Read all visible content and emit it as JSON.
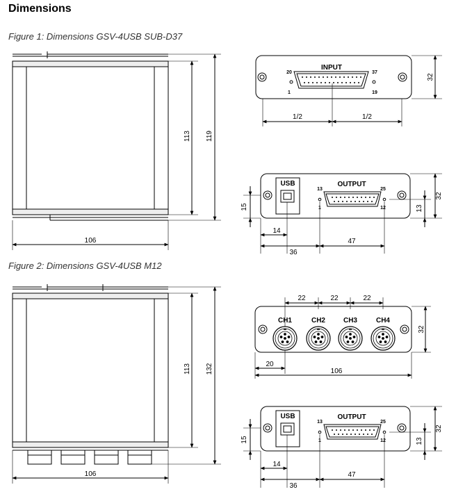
{
  "heading": "Dimensions",
  "figure1": {
    "caption": "Figure 1: Dimensions GSV-4USB SUB-D37",
    "front": {
      "width": "106",
      "height": "113",
      "height_total": "119"
    },
    "input_panel": {
      "label": "INPUT",
      "pins": {
        "top_left": "20",
        "top_right": "37",
        "bottom_left": "1",
        "bottom_right": "19"
      },
      "half_left": "1/2",
      "half_right": "1/2",
      "height": "32"
    },
    "output_panel": {
      "usb_label": "USB",
      "label": "OUTPUT",
      "pins": {
        "top_left": "13",
        "top_right": "25",
        "bottom_left": "1",
        "bottom_right": "12"
      },
      "dim_14": "14",
      "dim_36": "36",
      "dim_47": "47",
      "dim_15": "15",
      "dim_13": "13",
      "dim_32": "32"
    }
  },
  "figure2": {
    "caption": "Figure 2: Dimensions GSV-4USB M12",
    "front": {
      "width": "106",
      "height": "113",
      "height_total": "132"
    },
    "m12_panel": {
      "channels": [
        "CH1",
        "CH2",
        "CH3",
        "CH4"
      ],
      "spacing": [
        "22",
        "22",
        "22"
      ],
      "dim_20": "20",
      "dim_106": "106",
      "height": "32"
    },
    "output_panel": {
      "usb_label": "USB",
      "label": "OUTPUT",
      "pins": {
        "top_left": "13",
        "top_right": "25",
        "bottom_left": "1",
        "bottom_right": "12"
      },
      "dim_14": "14",
      "dim_36": "36",
      "dim_47": "47",
      "dim_15": "15",
      "dim_13": "13",
      "dim_32": "32"
    }
  }
}
